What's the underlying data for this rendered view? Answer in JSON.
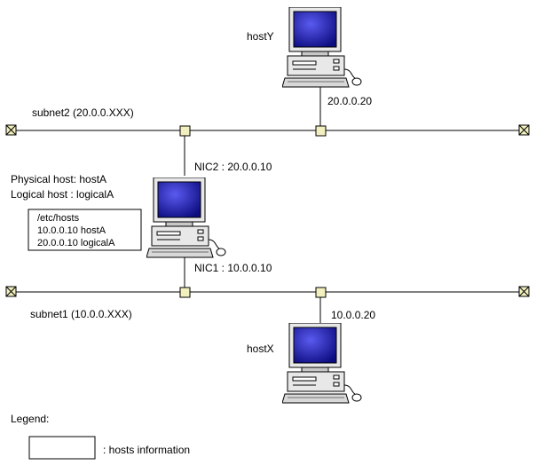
{
  "hosts": {
    "hostY": {
      "name": "hostY",
      "ip": "20.0.0.20"
    },
    "hostX": {
      "name": "hostX",
      "ip": "10.0.0.20"
    },
    "hostA": {
      "physical_label": "Physical host:  hostA",
      "logical_label": "Logical host  :  logicalA",
      "nic2": "NIC2 :  20.0.0.10",
      "nic1": "NIC1 :  10.0.0.10"
    }
  },
  "subnets": {
    "subnet2": "subnet2 (20.0.0.XXX)",
    "subnet1": "subnet1 (10.0.0.XXX)"
  },
  "hosts_file": {
    "lines": [
      "/etc/hosts",
      "10.0.0.10 hostA",
      "20.0.0.10 logicalA"
    ]
  },
  "legend": {
    "title": "Legend:",
    "hosts_info": ":  hosts information"
  },
  "colors": {
    "screen": "#1a1aa8",
    "node": "#f3f0c0",
    "line": "#000000",
    "case": "#e8e8e8"
  }
}
